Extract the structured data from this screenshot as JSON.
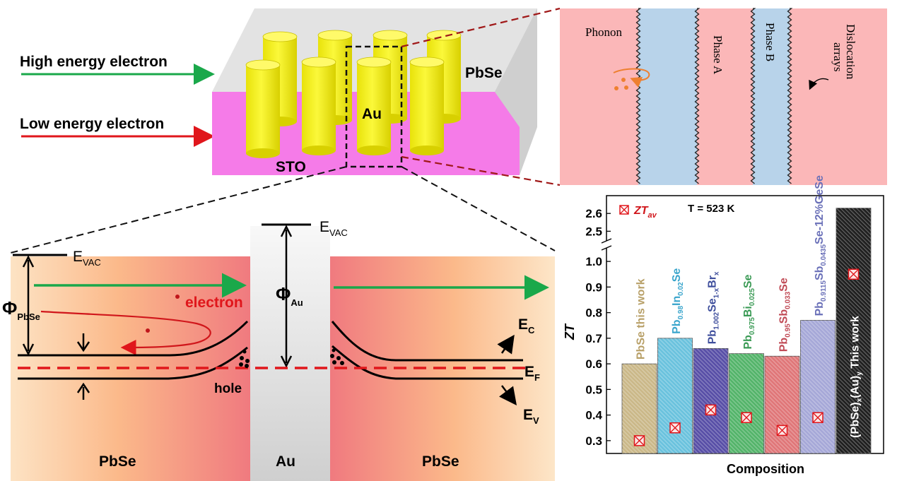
{
  "schematic": {
    "high_energy_label": "High energy electron",
    "low_energy_label": "Low energy electron",
    "pbse_label": "PbSe",
    "au_label": "Au",
    "sto_label": "STO"
  },
  "inset": {
    "phonon_label": "Phonon",
    "phase_a_label": "Phase A",
    "phase_b_label": "Phase B",
    "dislocation_label_1": "Dislocation",
    "dislocation_label_2": "arrays"
  },
  "band": {
    "evac": "E",
    "evac_sub": "VAC",
    "phi": "Φ",
    "phi_pbse_sub": "PbSe",
    "phi_au_sub": "Au",
    "electron_label": "electron",
    "hole_label": "hole",
    "ec": "E",
    "ec_sub": "C",
    "ef": "E",
    "ef_sub": "F",
    "ev": "E",
    "ev_sub": "V",
    "left_label": "PbSe",
    "mid_label": "Au",
    "right_label": "PbSe"
  },
  "colors": {
    "high_arrow": "#1aa84a",
    "low_arrow": "#e0161b",
    "pbse_block": "#e6e6e6",
    "sto_block": "#f57be8",
    "au_cylinder": "#f5f21a",
    "inset_bg": "#fbb7b8",
    "phase_band": "#b8d3ea",
    "fermi_line": "#e0161b"
  },
  "chart_data": {
    "type": "bar",
    "legend_label": "ZT",
    "legend_label_sub": "av",
    "temperature_label": "T = 523 K",
    "xlabel": "Composition",
    "ylabel": "ZT",
    "ylim": [
      0.25,
      2.7
    ],
    "axis_break": [
      1.05,
      2.45
    ],
    "yticks": [
      "0.3",
      "0.4",
      "0.5",
      "0.6",
      "0.7",
      "0.8",
      "0.9",
      "1.0",
      "2.5",
      "2.6"
    ],
    "bars": [
      {
        "label": "PbSe this work",
        "value": 0.6,
        "zt_av": 0.3,
        "color": "#cbb98a",
        "text_color": "#b8a068"
      },
      {
        "label_parts": [
          [
            "Pb",
            ""
          ],
          [
            "0.98",
            "sub"
          ],
          [
            "In",
            ""
          ],
          [
            "0.02",
            "sub"
          ],
          [
            "Se",
            ""
          ]
        ],
        "value": 0.7,
        "zt_av": 0.35,
        "color": "#6cc3de",
        "text_color": "#3aa5cc"
      },
      {
        "label_parts": [
          [
            "Pb",
            ""
          ],
          [
            "1.002",
            "sub"
          ],
          [
            "Se",
            ""
          ],
          [
            "1-x",
            "sub"
          ],
          [
            "Br",
            ""
          ],
          [
            "x",
            "sub"
          ]
        ],
        "value": 0.66,
        "zt_av": 0.42,
        "color": "#5a51a8",
        "text_color": "#3e4e9c"
      },
      {
        "label_parts": [
          [
            "Pb",
            ""
          ],
          [
            "0.975",
            "sub"
          ],
          [
            "Bi",
            ""
          ],
          [
            "0.025",
            "sub"
          ],
          [
            "Se",
            ""
          ]
        ],
        "value": 0.64,
        "zt_av": 0.39,
        "color": "#56b56c",
        "text_color": "#3a9a55"
      },
      {
        "label_parts": [
          [
            "Pb",
            ""
          ],
          [
            "0.95",
            "sub"
          ],
          [
            "Sb",
            ""
          ],
          [
            "0.033",
            "sub"
          ],
          [
            "Se",
            ""
          ]
        ],
        "value": 0.63,
        "zt_av": 0.34,
        "color": "#e0787a",
        "text_color": "#c04a55"
      },
      {
        "label_parts": [
          [
            "Pb",
            ""
          ],
          [
            "0.9115",
            "sub"
          ],
          [
            "Sb",
            ""
          ],
          [
            "0.0435",
            "sub"
          ],
          [
            "Se-12%GeSe",
            ""
          ]
        ],
        "value": 0.77,
        "zt_av": 0.39,
        "color": "#a7a9d8",
        "text_color": "#6a70b8"
      },
      {
        "label_parts": [
          [
            "(PbSe)",
            ""
          ],
          [
            "x",
            "sub"
          ],
          [
            "(Au)",
            ""
          ],
          [
            "y",
            "sub"
          ],
          [
            " This work",
            ""
          ]
        ],
        "value": 2.63,
        "zt_av": 0.95,
        "color": "#222222",
        "text_color": "#ffffff"
      }
    ]
  }
}
